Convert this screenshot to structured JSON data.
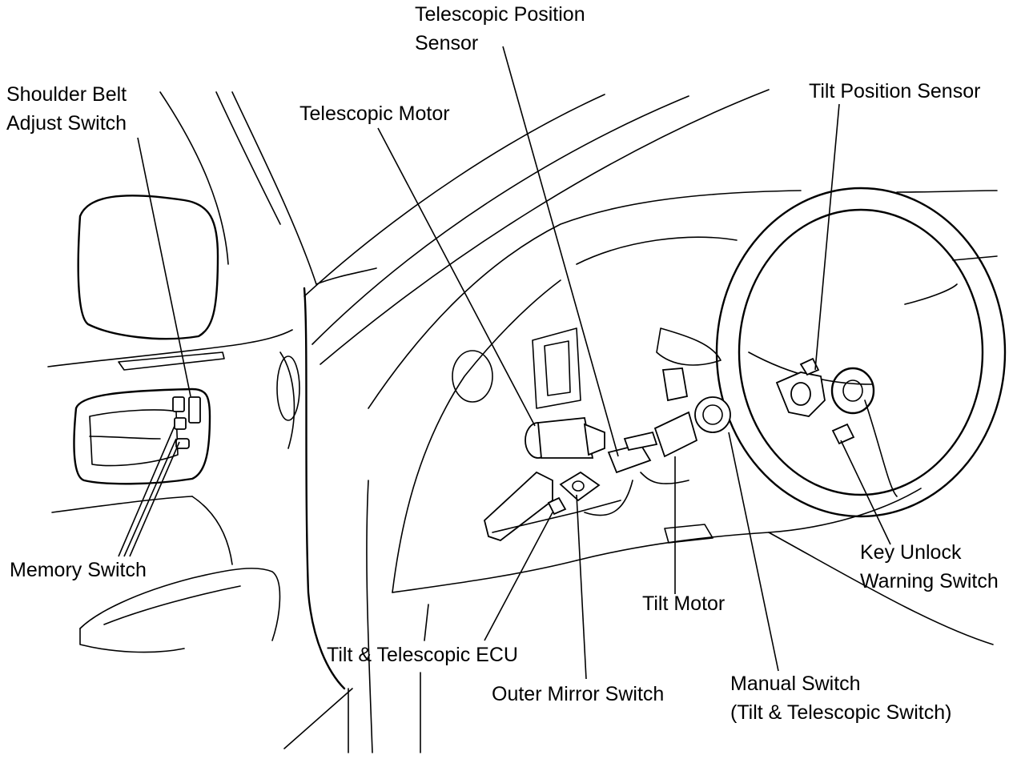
{
  "labels": {
    "telescopic_position_sensor": [
      "Telescopic  Position",
      "Sensor"
    ],
    "telescopic_motor": "Telescopic Motor",
    "shoulder_belt_adjust_switch": [
      "Shoulder Belt",
      "Adjust Switch"
    ],
    "tilt_position_sensor": "Tilt Position Sensor",
    "memory_switch": "Memory Switch",
    "key_unlock_warning_switch": [
      "Key Unlock",
      "Warning Switch"
    ],
    "tilt_motor": "Tilt Motor",
    "tilt_telescopic_ecu": "Tilt & Telescopic ECU",
    "outer_mirror_switch": "Outer Mirror Switch",
    "manual_switch": [
      "Manual Switch",
      "(Tilt & Telescopic Switch)"
    ]
  }
}
